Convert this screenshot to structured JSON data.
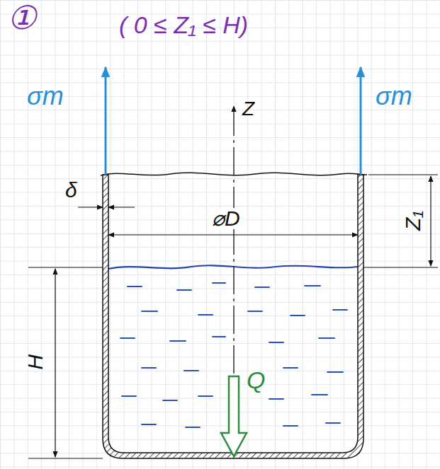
{
  "diagram": {
    "labels": [
      "①",
      "( 0 ≤ Z₁ ≤ H)",
      "σm",
      "σm",
      "Z",
      "δ",
      "⌀D",
      "Z₁",
      "H",
      "Q"
    ]
  }
}
